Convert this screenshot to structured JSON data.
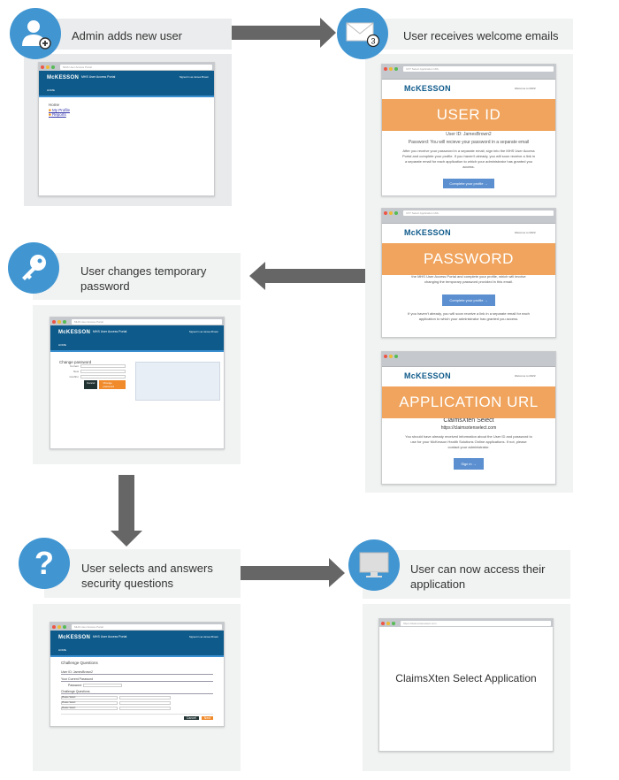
{
  "steps": [
    {
      "label": "Admin adds new user",
      "icon": "user-add-icon"
    },
    {
      "label": "User receives welcome emails",
      "icon": "envelope-icon",
      "badge": "3"
    },
    {
      "label": "User changes temporary password",
      "icon": "key-icon"
    },
    {
      "label": "User selects and answers security questions",
      "icon": "question-icon"
    },
    {
      "label": "User can now access their application",
      "icon": "monitor-icon"
    }
  ],
  "portal": {
    "url": "MHS User Access Portal",
    "logo": "McKESSON",
    "app_name": "MHS User Access Portal",
    "home": "HOME",
    "signed_in": "Signed in as James Brown",
    "home_title": "Home",
    "links": [
      "My Profile",
      "Reports"
    ]
  },
  "change_password": {
    "title": "Change password",
    "fields": [
      "Current",
      "New",
      "Confirm"
    ],
    "cancel": "Cancel",
    "submit": "Change password"
  },
  "challenge": {
    "title": "Challenge Questions",
    "user_id": "User ID: JamesBrown2",
    "current_password": "Your Current Password",
    "password_label": "Password",
    "questions_heading": "Challenge Questions",
    "select_placeholder": "Please Select",
    "cancel": "Cancel",
    "next": "Next"
  },
  "emails": {
    "url": "CXT Select Application URL",
    "logo": "McKESSON",
    "welcome": "Welcome to MHS!",
    "user_id": {
      "band": "USER ID",
      "line1": "User ID: JamesBrown2",
      "line2": "Password: You will recieve your password in a separate email",
      "body": "After you receive your password in a separate email, sign into the MHS User Access Portal and complete your profile. If you haven't already, you will soon receive a link in a separate email for each application to which your administrator has granted you access.",
      "button": "Complete your profile →"
    },
    "password": {
      "band": "PASSWORD",
      "body": "the MHS User Access Portal and complete your profile, which will involve changing the temporary password provided in this email.",
      "button": "Complete your profile →",
      "footer": "If you haven't already, you will soon receive a link in a separate email for each application to which your administrator has granted you access."
    },
    "app_url": {
      "band": "APPLICATION URL",
      "app": "ClaimsXten Select",
      "url": "https://claimsxtenselect.com",
      "body": "You should have already received information about the User ID and password to use for your McKesson Health Solutions Online applications. If not, please contact your administrator.",
      "button": "Sign in →"
    }
  },
  "final_app": {
    "title": "ClaimsXten Select Application"
  },
  "colors": {
    "circle": "#4196d2",
    "band": "#f0a055",
    "header": "#0e5a8a",
    "arrow": "#666666"
  }
}
